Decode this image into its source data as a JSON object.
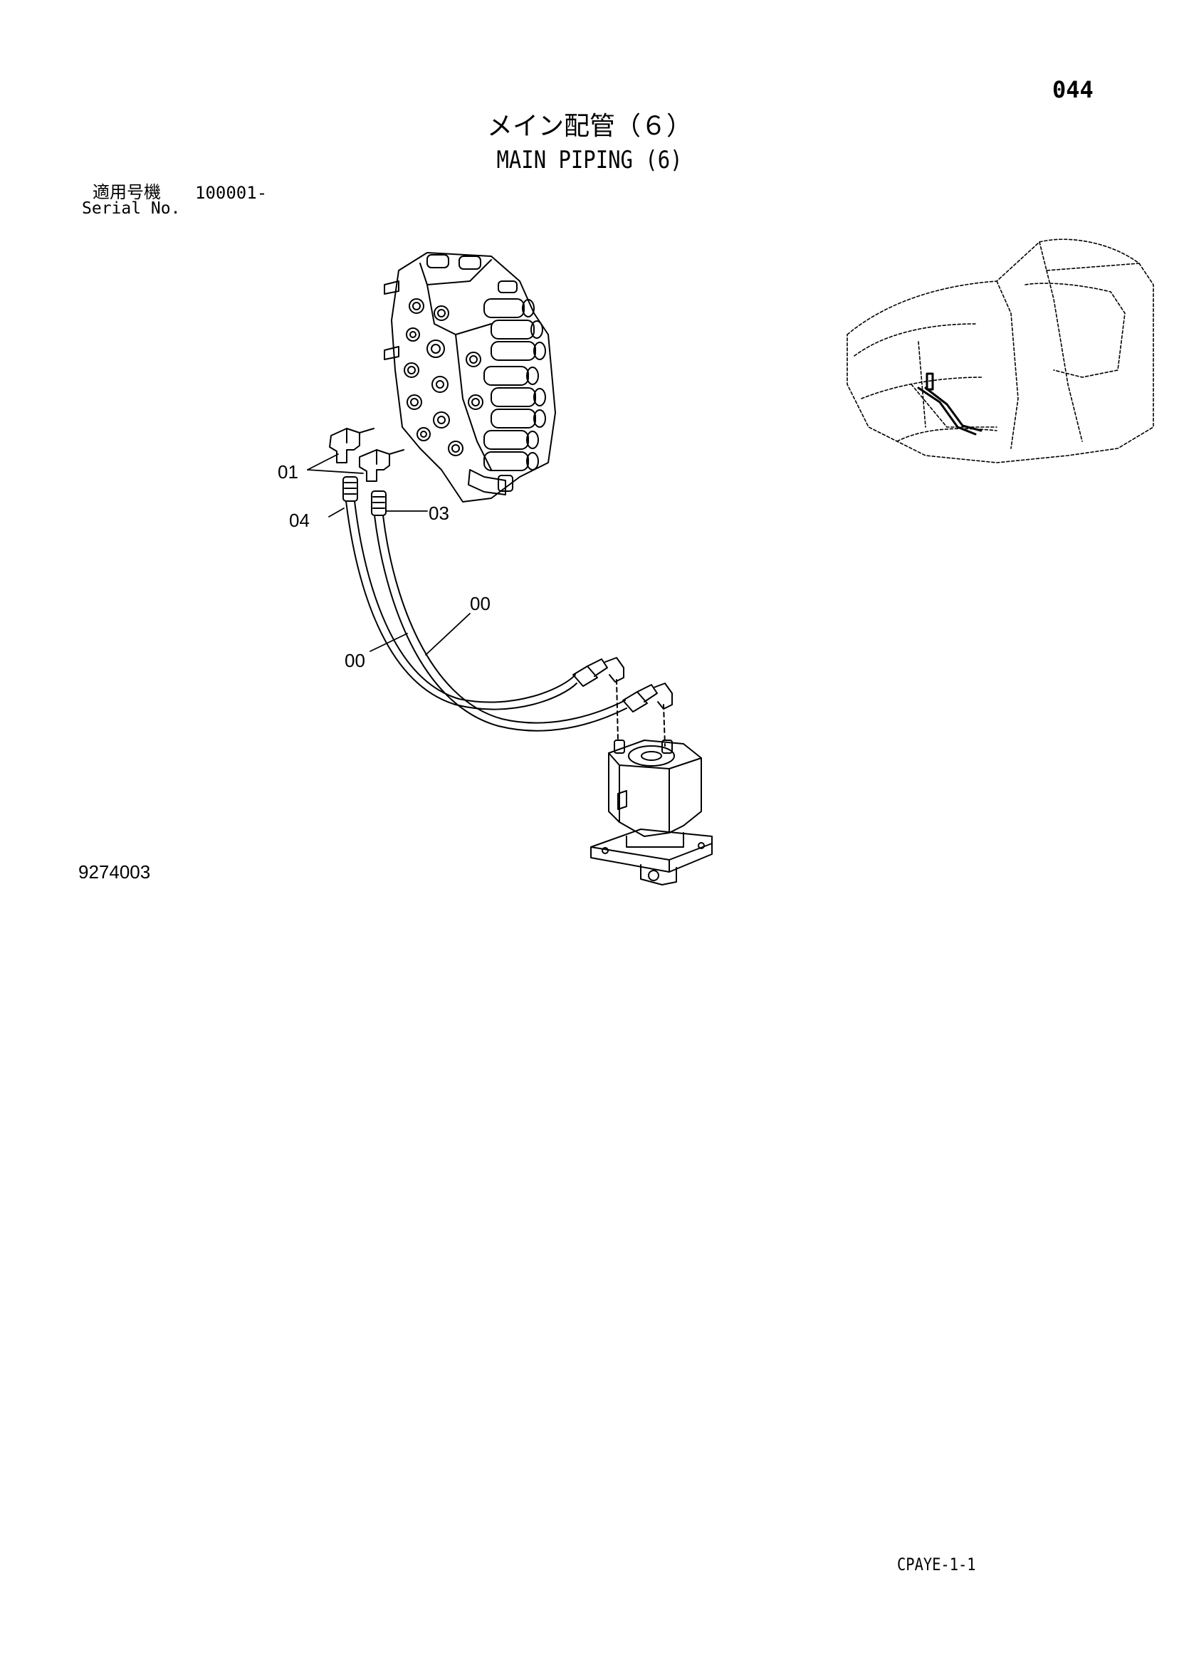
{
  "page_number": "044",
  "title_ja": "メイン配管（６）",
  "title_en": "MAIN PIPING (6)",
  "serial": {
    "label_ja": "適用号機",
    "label_en": "Serial No.",
    "value": "100001-"
  },
  "callouts": [
    "01",
    "04",
    "03",
    "00",
    "00"
  ],
  "drawing_number": "9274003",
  "catalog_code": "CPAYE-1-1"
}
